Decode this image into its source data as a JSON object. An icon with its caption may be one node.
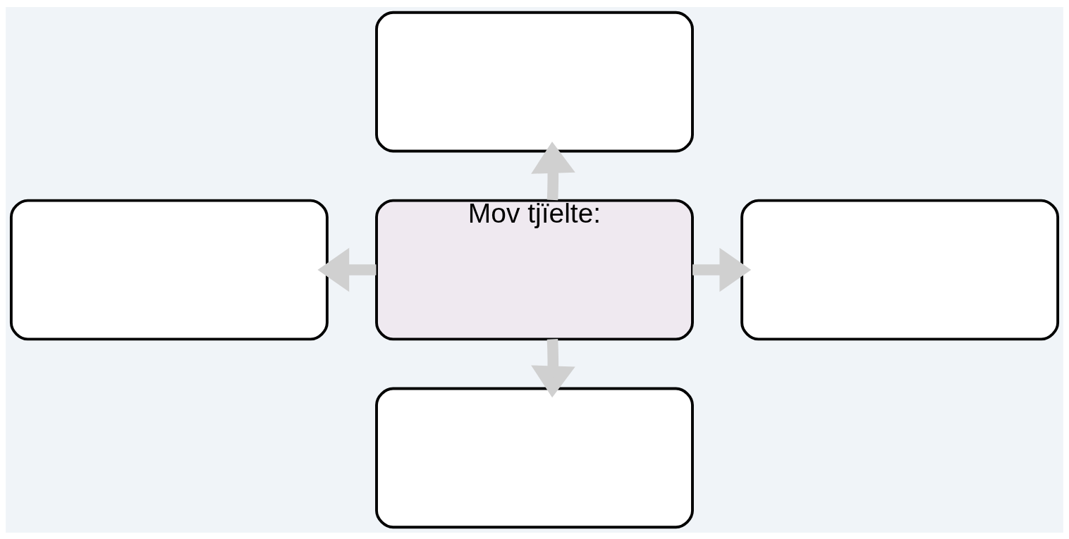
{
  "diagram": {
    "nodes": [
      {
        "text": [],
        "shape": "box"
      },
      {
        "text": [],
        "shape": "box"
      },
      {
        "text": [
          "Mov tjïelte:"
        ]
      },
      {
        "text": [],
        "shape": "box"
      },
      {
        "text": [],
        "shape": "box"
      }
    ],
    "edges": [
      {
        "from": 2,
        "to": 0,
        "arrow": "to"
      },
      {
        "from": 2,
        "to": 1,
        "arrow": "to"
      },
      {
        "from": 2,
        "to": 3,
        "arrow": "to"
      },
      {
        "from": 2,
        "to": 4,
        "arrow": "to"
      }
    ]
  }
}
